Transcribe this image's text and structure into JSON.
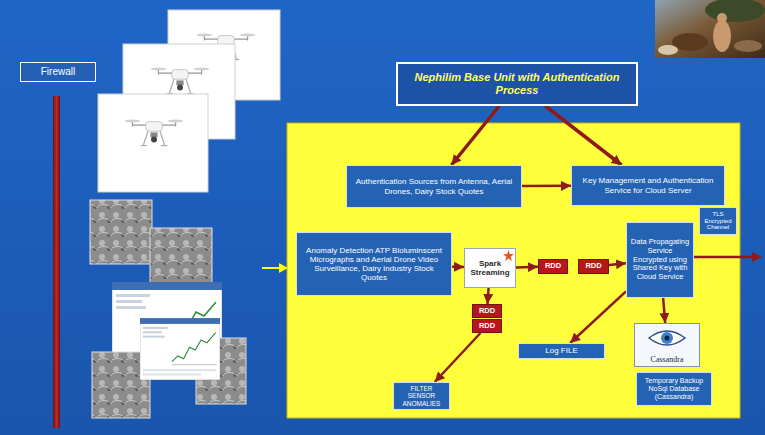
{
  "diagram": {
    "nodes": [
      {
        "text": [
          "Firewall"
        ]
      },
      {
        "text": [
          "Nephilim Base Unit with Authentication Process"
        ]
      },
      {
        "text": [
          "Authentication Sources from Antenna, Aerial Drones, Dairy Stock Quotes"
        ]
      },
      {
        "text": [
          "Key Management and Authentication Service for Cloud Server"
        ]
      },
      {
        "text": [
          "Anomaly Detection ATP Bioluminscent Micrographs and Aerial Drone Video Surveillance, Dairy Industry Stock Quotes"
        ]
      },
      {
        "text": [
          "Spark Streaming"
        ]
      },
      {
        "text": [
          "RDD"
        ]
      },
      {
        "text": [
          "RDD"
        ]
      },
      {
        "text": [
          "Data Propagating Service Encrypted using Shared Key with Cloud Service"
        ]
      },
      {
        "text": [
          "TLS Encrypted Channel"
        ]
      },
      {
        "text": [
          "RDD"
        ]
      },
      {
        "text": [
          "RDD"
        ]
      },
      {
        "text": [
          "Log FILE"
        ]
      },
      {
        "text": [
          "Cassandra"
        ]
      },
      {
        "text": [
          "FILTER SENSOR ANOMALIES"
        ]
      },
      {
        "text": [
          "Temporary Backup NoSql Database (Cassandra)"
        ]
      }
    ],
    "edges": [
      {
        "from": 1,
        "to": 2,
        "arrow": "to"
      },
      {
        "from": 1,
        "to": 3,
        "arrow": "to"
      },
      {
        "from": 2,
        "to": 3,
        "arrow": "to"
      },
      {
        "from": 4,
        "to": 5,
        "arrow": "to"
      },
      {
        "from": 5,
        "to": 6,
        "arrow": "to"
      },
      {
        "from": 7,
        "to": 8,
        "arrow": "to"
      },
      {
        "from": 5,
        "to": 10,
        "arrow": "to"
      },
      {
        "from": 11,
        "to": 14,
        "arrow": "to"
      },
      {
        "from": 8,
        "to": 12,
        "arrow": "to"
      },
      {
        "from": 8,
        "to": 13,
        "arrow": "to"
      }
    ]
  }
}
